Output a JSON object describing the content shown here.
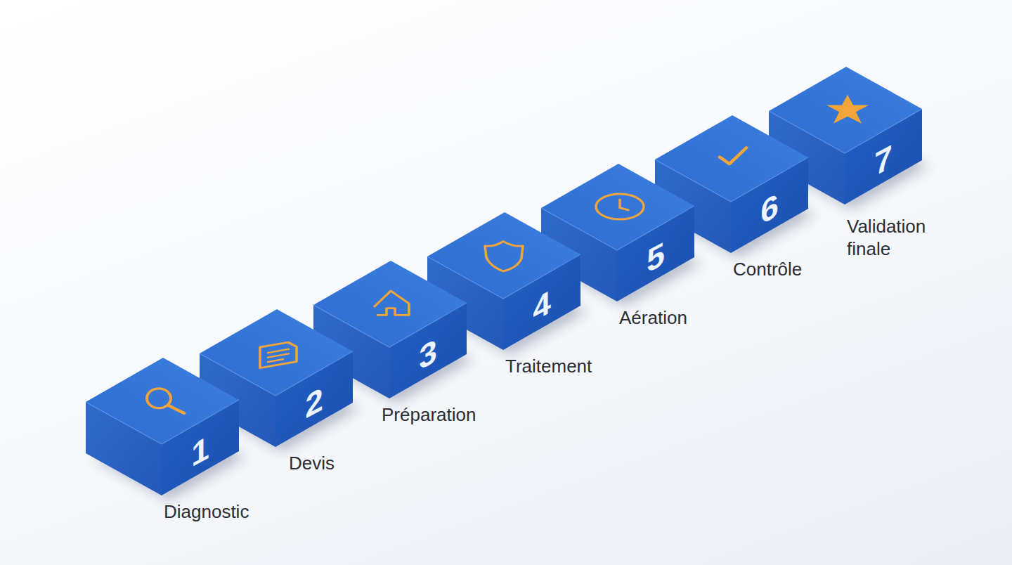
{
  "diagram": {
    "nodes": [
      {
        "text": [
          "1",
          "Diagnostic"
        ]
      },
      {
        "text": [
          "2",
          "Devis"
        ]
      },
      {
        "text": [
          "3",
          "Préparation"
        ]
      },
      {
        "text": [
          "4",
          "Traitement"
        ]
      },
      {
        "text": [
          "5",
          "Aération"
        ]
      },
      {
        "text": [
          "6",
          "Contrôle"
        ]
      },
      {
        "text": [
          "7",
          "Validation finale"
        ]
      }
    ]
  }
}
